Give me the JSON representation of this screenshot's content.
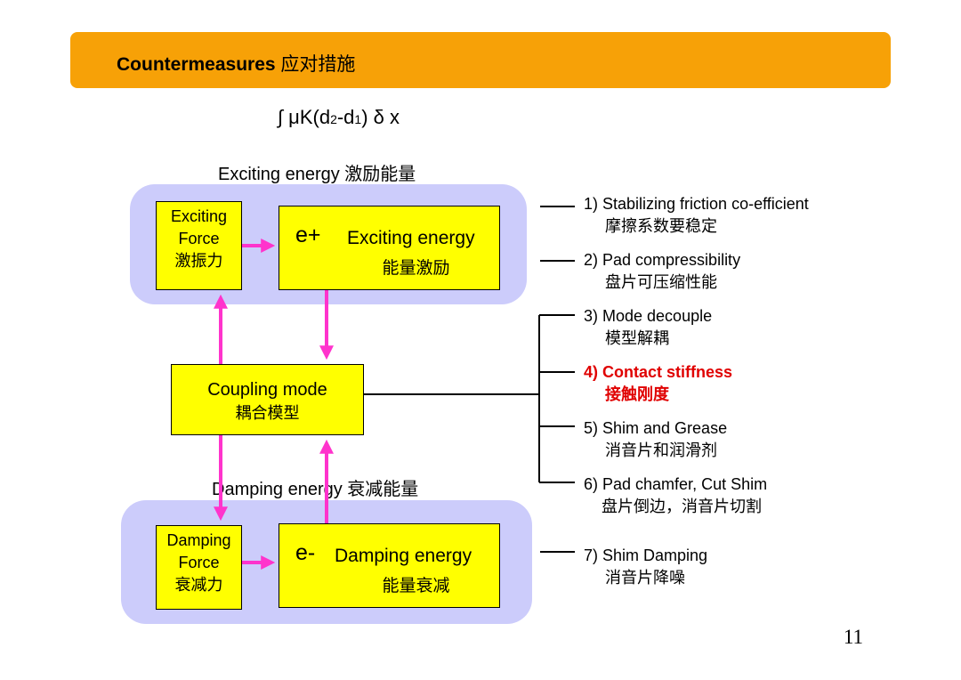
{
  "title": {
    "en": "Countermeasures",
    "cn": "应对措施"
  },
  "formula": {
    "part1": "∫  μK(d",
    "sub1": "2",
    "part2": "-d",
    "sub2": "1",
    "part3": ") δ x"
  },
  "exciting_label": "Exciting energy 激励能量",
  "damping_label": "Damping energy 衰减能量",
  "exciting_force": {
    "line1": "Exciting",
    "line2": "Force",
    "line3": "激振力"
  },
  "exciting_energy": {
    "symbol": "e+",
    "en": "Exciting energy",
    "cn": "能量激励"
  },
  "coupling": {
    "en": "Coupling mode",
    "cn": "耦合模型"
  },
  "damping_force": {
    "line1": "Damping",
    "line2": "Force",
    "line3": "衰减力"
  },
  "damping_energy": {
    "symbol": "e-",
    "en": "Damping energy",
    "cn": "能量衰减"
  },
  "measures": [
    {
      "en": "1) Stabilizing friction co-efficient",
      "cn": "摩擦系数要稳定"
    },
    {
      "en": "2) Pad compressibility",
      "cn": "盘片可压缩性能"
    },
    {
      "en": "3) Mode decouple",
      "cn": "模型解耦"
    },
    {
      "en": "4) Contact stiffness",
      "cn": "接触刚度"
    },
    {
      "en": "5) Shim and Grease",
      "cn": "消音片和润滑剂"
    },
    {
      "en": "6) Pad chamfer, Cut Shim",
      "cn": "盘片倒边，消音片切割"
    },
    {
      "en": "7) Shim Damping",
      "cn": "消音片降噪"
    }
  ],
  "page_number": "11",
  "colors": {
    "title_bar": "#f7a107",
    "panel": "#ccccfb",
    "box": "#ffff00",
    "arrow": "#ff33cc",
    "highlight": "#e00000"
  }
}
